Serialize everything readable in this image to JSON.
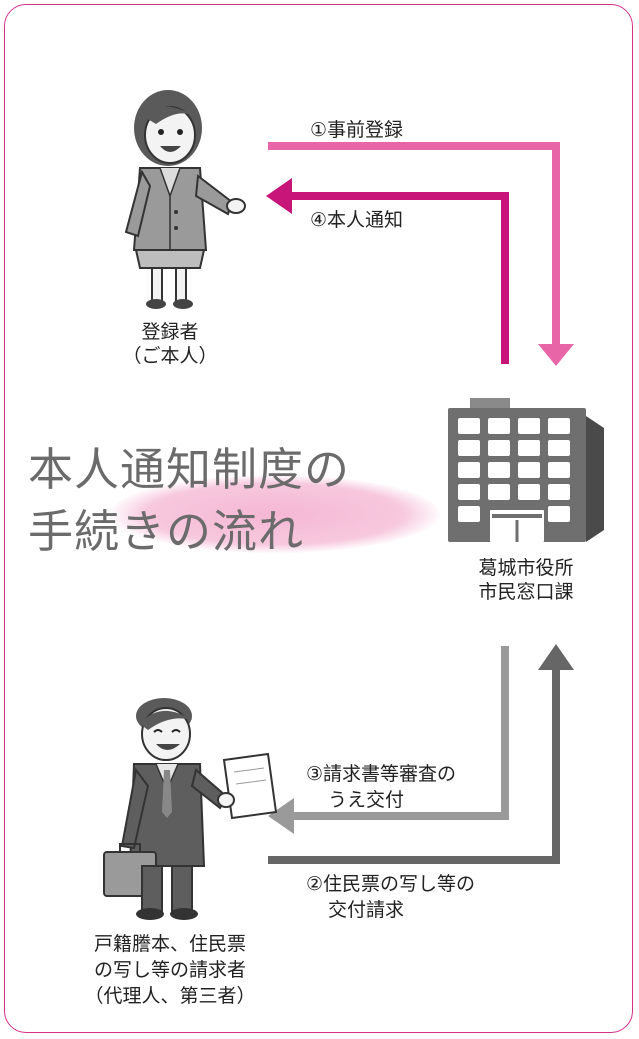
{
  "title": {
    "line1": "本人通知制度の",
    "line2": "手続きの流れ"
  },
  "actors": {
    "registrant": {
      "line1": "登録者",
      "line2": "（ご本人）"
    },
    "city_hall": {
      "line1": "葛城市役所",
      "line2": "市民窓口課"
    },
    "requester": {
      "line1": "戸籍謄本、住民票",
      "line2": "の写し等の請求者",
      "line3": "（代理人、第三者）"
    }
  },
  "steps": {
    "step1": {
      "label": "①事前登録"
    },
    "step2": {
      "line1": "②住民票の写し等の",
      "line2": "交付請求"
    },
    "step3": {
      "line1": "③請求書等審査の",
      "line2": "うえ交付"
    },
    "step4": {
      "label": "④本人通知"
    }
  },
  "colors": {
    "frame": "#d6308a",
    "step1_arrow": "#e866a8",
    "step4_arrow": "#c8157a",
    "step2_arrow": "#666666",
    "step3_arrow": "#9a9a9a",
    "title_highlight": "#f5b7d4"
  }
}
